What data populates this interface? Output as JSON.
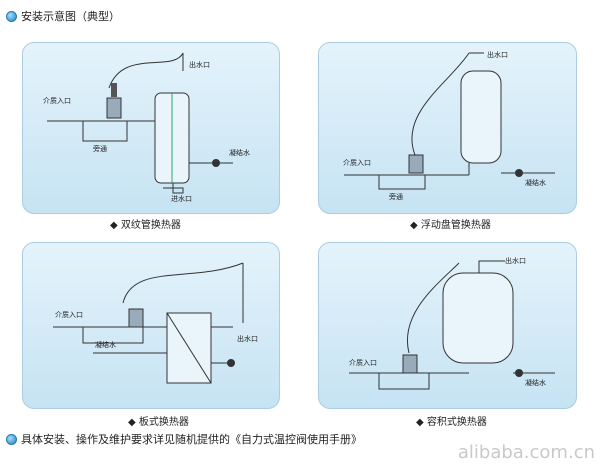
{
  "header": {
    "title": "安装示意图（典型）"
  },
  "panels": [
    {
      "caption": "双纹管换热器",
      "labels": {
        "outlet": "出水口",
        "medium_in": "介质入口",
        "bypass": "旁通",
        "condensate": "凝结水",
        "inlet": "进水口"
      }
    },
    {
      "caption": "浮动盘管换热器",
      "labels": {
        "outlet": "出水口",
        "medium_in": "介质入口",
        "bypass": "旁通",
        "condensate": "凝结水"
      }
    },
    {
      "caption": "板式换热器",
      "labels": {
        "medium_in": "介质入口",
        "condensate": "凝结水",
        "outlet": "出水口"
      }
    },
    {
      "caption": "容积式换热器",
      "labels": {
        "outlet": "出水口",
        "medium_in": "介质入口",
        "condensate": "凝结水"
      }
    }
  ],
  "footer": {
    "text": "具体安装、操作及维护要求详见随机提供的《自力式温控阀使用手册》"
  },
  "watermark": "alibaba.com.cn",
  "colors": {
    "panel": "#d4ebf7",
    "pipe": "#333333",
    "accent": "#1c7fc0"
  }
}
